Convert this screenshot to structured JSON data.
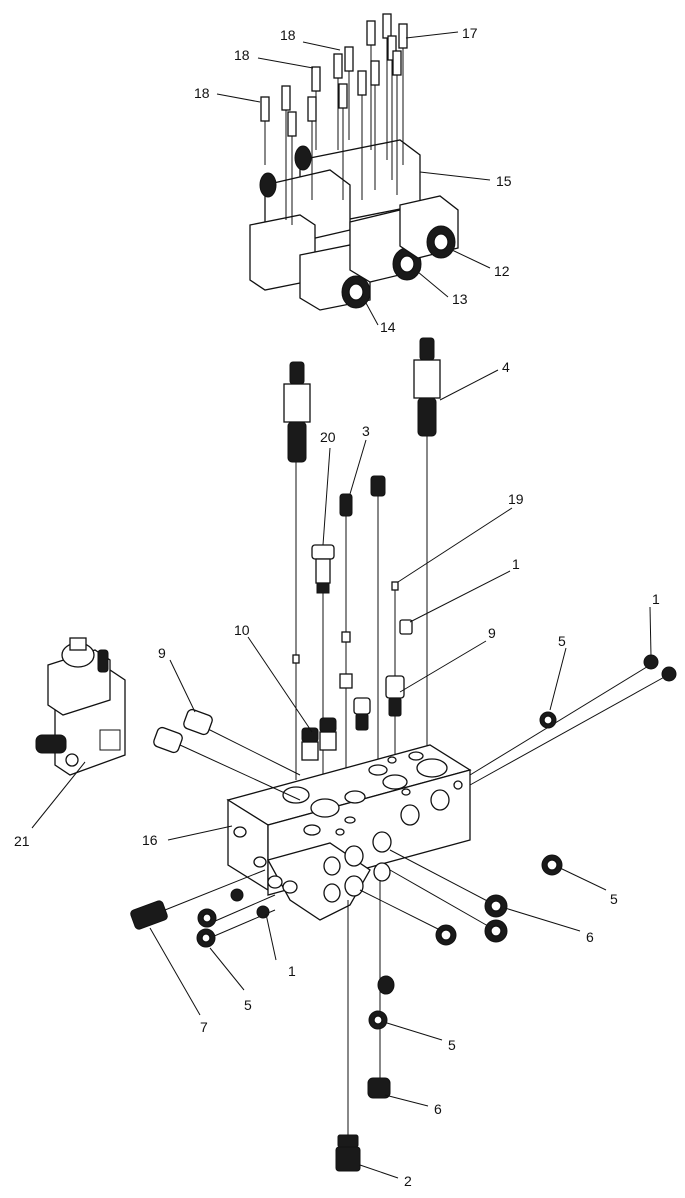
{
  "callouts": {
    "c1_a": "1",
    "c1_b": "1",
    "c1_c": "1",
    "c2": "2",
    "c3": "3",
    "c4": "4",
    "c5_a": "5",
    "c5_b": "5",
    "c5_c": "5",
    "c5_d": "5",
    "c6_a": "6",
    "c6_b": "6",
    "c7": "7",
    "c9_a": "9",
    "c9_b": "9",
    "c10": "10",
    "c12": "12",
    "c13": "13",
    "c14": "14",
    "c15": "15",
    "c16": "16",
    "c17": "17",
    "c18_a": "18",
    "c18_b": "18",
    "c18_c": "18",
    "c19": "19",
    "c20": "20",
    "c21": "21"
  }
}
